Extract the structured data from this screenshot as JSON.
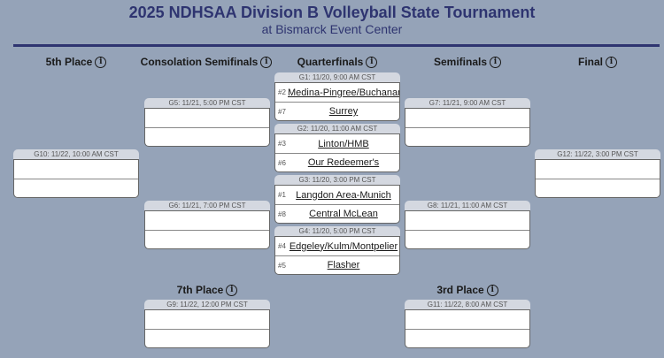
{
  "header": {
    "title": "2025 NDHSAA Division B Volleyball State Tournament",
    "subtitle": "at Bismarck Event Center"
  },
  "rounds": {
    "fifth_place": "5th Place",
    "consolation_semifinals": "Consolation Semifinals",
    "quarterfinals": "Quarterfinals",
    "semifinals": "Semifinals",
    "final": "Final",
    "seventh_place": "7th Place",
    "third_place": "3rd Place"
  },
  "info_icon_glyph": "i",
  "games": {
    "g1": {
      "label": "G1: 11/20, 9:00 AM CST",
      "teams": [
        {
          "seed": "#2",
          "name": "Medina-Pingree/Buchanan"
        },
        {
          "seed": "#7",
          "name": "Surrey"
        }
      ]
    },
    "g2": {
      "label": "G2: 11/20, 11:00 AM CST",
      "teams": [
        {
          "seed": "#3",
          "name": "Linton/HMB"
        },
        {
          "seed": "#6",
          "name": "Our Redeemer's"
        }
      ]
    },
    "g3": {
      "label": "G3: 11/20, 3:00 PM CST",
      "teams": [
        {
          "seed": "#1",
          "name": "Langdon Area-Munich"
        },
        {
          "seed": "#8",
          "name": "Central McLean"
        }
      ]
    },
    "g4": {
      "label": "G4: 11/20, 5:00 PM CST",
      "teams": [
        {
          "seed": "#4",
          "name": "Edgeley/Kulm/Montpelier"
        },
        {
          "seed": "#5",
          "name": "Flasher"
        }
      ]
    },
    "g5": {
      "label": "G5: 11/21, 5:00 PM CST"
    },
    "g6": {
      "label": "G6: 11/21, 7:00 PM CST"
    },
    "g7": {
      "label": "G7: 11/21, 9:00 AM CST"
    },
    "g8": {
      "label": "G8: 11/21, 11:00 AM CST"
    },
    "g9": {
      "label": "G9: 11/22, 12:00 PM CST"
    },
    "g10": {
      "label": "G10: 11/22, 10:00 AM CST"
    },
    "g11": {
      "label": "G11: 11/22, 8:00 AM CST"
    },
    "g12": {
      "label": "G12: 11/22, 3:00 PM CST"
    }
  },
  "colors": {
    "background": "#95a3b8",
    "title": "#2e3470",
    "game_label_bg": "#d4d8e0"
  }
}
